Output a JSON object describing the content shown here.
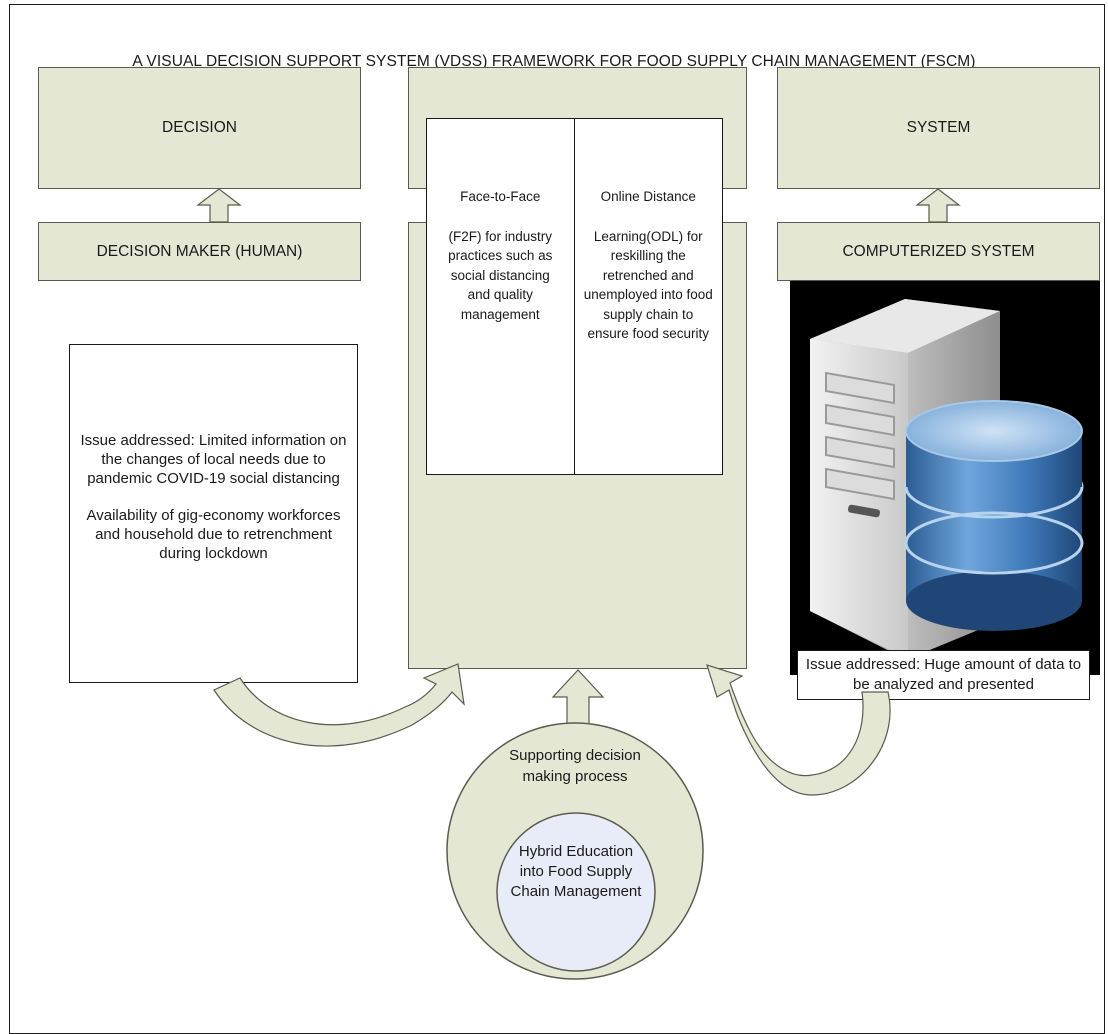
{
  "title": "A VISUAL DECISION SUPPORT SYSTEM (VDSS) FRAMEWORK FOR FOOD SUPPLY CHAIN MANAGEMENT (FSCM)",
  "left": {
    "decision": "DECISION",
    "decision_maker": "DECISION MAKER (HUMAN)",
    "issue_line1": "Issue addressed: Limited information on the changes of local needs due to pandemic COVID-19 social distancing",
    "issue_line2": "Availability of gig-economy workforces and household due to retrenchment during lockdown"
  },
  "center": {
    "f2f_heading": "Face-to-Face",
    "f2f_body": "(F2F) for industry practices such as social distancing and quality management",
    "odl_heading": "Online Distance",
    "odl_body": "Learning(ODL) for reskilling the retrenched and unemployed into food supply chain to ensure food security"
  },
  "right": {
    "system": "SYSTEM",
    "computerized_system": "COMPUTERIZED SYSTEM",
    "issue": "Issue addressed: Huge amount of data to be analyzed and presented"
  },
  "bottom": {
    "outer_label": "Supporting decision making process",
    "inner_label": "Hybrid Education into Food Supply Chain Management"
  },
  "icons": [
    "server-database-icon"
  ]
}
